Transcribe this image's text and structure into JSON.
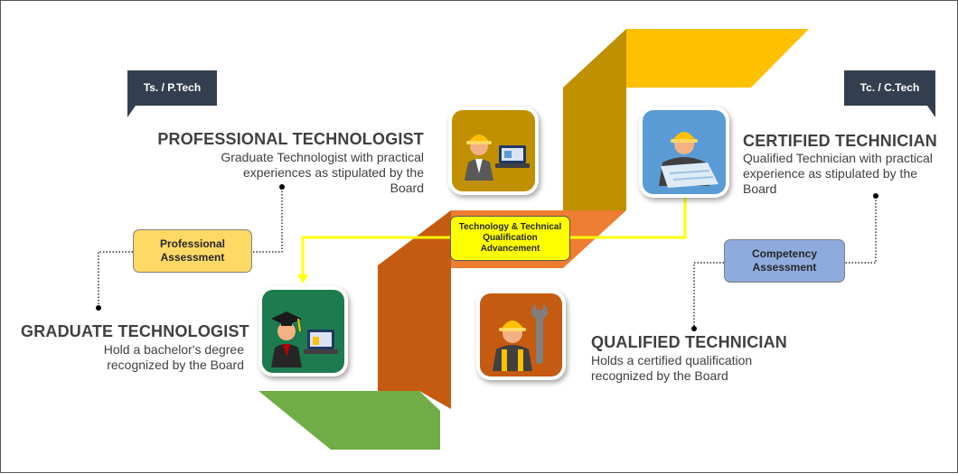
{
  "diagram": {
    "center_label": "Technology & Technical Qualification Advancement",
    "levels": {
      "professional": {
        "tag": "Ts. / P.Tech",
        "title": "PROFESSIONAL TECHNOLOGIST",
        "description": "Graduate Technologist with practical experiences as stipulated by the Board",
        "icon": "engineer-laptop-icon"
      },
      "graduate": {
        "title": "GRADUATE TECHNOLOGIST",
        "description": "Hold a bachelor's degree recognized by the Board",
        "icon": "graduate-laptop-icon"
      },
      "certified": {
        "tag": "Tc.  / C.Tech",
        "title": "CERTIFIED TECHNICIAN",
        "description": "Qualified Technician with practical experience as stipulated by the Board",
        "icon": "technician-blueprint-icon"
      },
      "qualified": {
        "title": "QUALIFIED TECHNICIAN",
        "description": "Holds a certified qualification recognized by the Board",
        "icon": "technician-wrench-icon"
      }
    },
    "assessments": {
      "professional": "Professional Assessment",
      "competency": "Competency Assessment"
    },
    "colors": {
      "green": "#70ad47",
      "orange_dark": "#c55a11",
      "orange_light": "#ed7d31",
      "gold_dark": "#bf9000",
      "gold_light": "#ffc000",
      "tag_navy": "#333f50",
      "pill_yellow": "#ffd966",
      "pill_blue": "#8faadc",
      "connector_yellow": "#ffff00"
    }
  }
}
